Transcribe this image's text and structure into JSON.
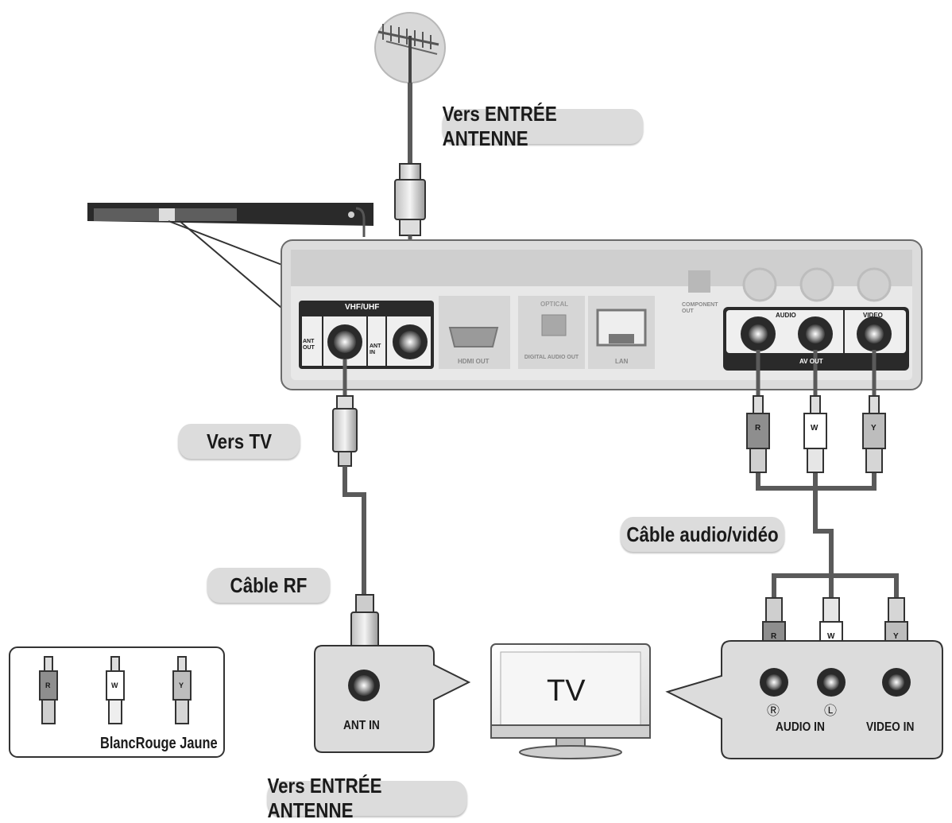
{
  "labels": {
    "vers_entree_antenne_top": "Vers ENTRÉE ANTENNE",
    "vers_tv": "Vers TV",
    "cable_rf": "Câble RF",
    "cable_audio_video": "Câble audio/vidéo",
    "vers_entree_antenne_bottom": "Vers ENTRÉE ANTENNE"
  },
  "player_panel": {
    "vhf_uhf": "VHF/UHF",
    "ant_out": "ANT OUT",
    "ant_in": "ANT IN",
    "hdmi_out": "HDMI OUT",
    "optical": "OPTICAL",
    "digital_audio_out": "DIGITAL AUDIO OUT",
    "lan": "LAN",
    "component_out": "COMPONENT OUT",
    "audio": "AUDIO",
    "video": "VIDEO",
    "av_out": "AV OUT"
  },
  "plugs": {
    "r": "R",
    "w": "W",
    "y": "Y"
  },
  "legend": {
    "text": "BlancRouge Jaune"
  },
  "tv": {
    "label": "TV",
    "ant_in": "ANT IN",
    "audio_in": "AUDIO IN",
    "video_in": "VIDEO IN",
    "right_mark": "Ⓡ",
    "left_mark": "Ⓛ"
  }
}
